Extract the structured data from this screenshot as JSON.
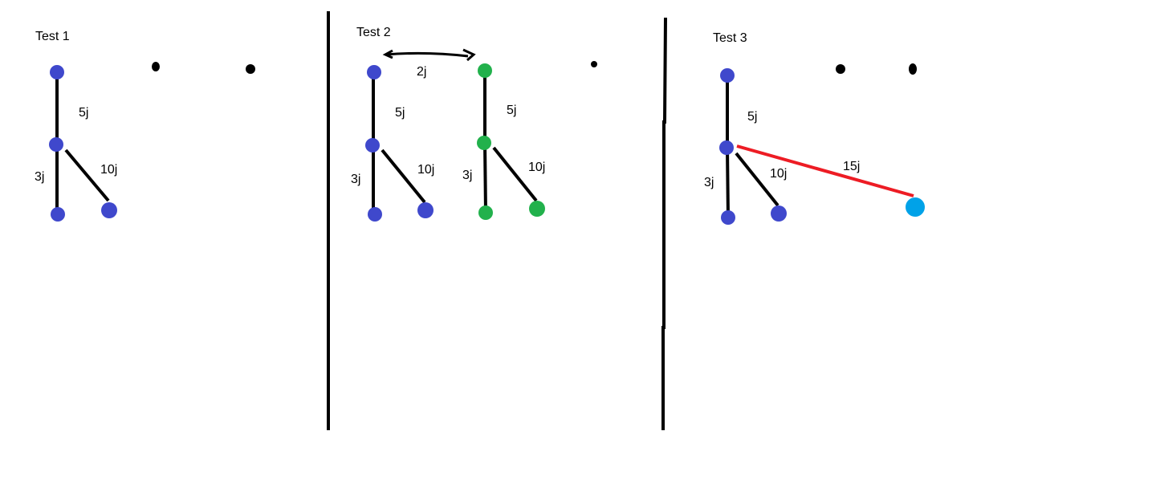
{
  "colors": {
    "ink": "#000000",
    "blue_node": "#3f48cc",
    "green_node": "#22b14c",
    "cyan_node": "#00a2e8",
    "red_edge": "#ed1c24"
  },
  "panels": [
    {
      "title": "Test 1"
    },
    {
      "title": "Test 2"
    },
    {
      "title": "Test 3"
    }
  ],
  "edge_labels": {
    "t1_top": "5j",
    "t1_left": "3j",
    "t1_right": "10j",
    "t2_link": "2j",
    "t2a_top": "5j",
    "t2a_left": "3j",
    "t2a_right": "10j",
    "t2b_top": "5j",
    "t2b_left": "3j",
    "t2b_right": "10j",
    "t3_top": "5j",
    "t3_left": "3j",
    "t3_right": "10j",
    "t3_red": "15j"
  }
}
